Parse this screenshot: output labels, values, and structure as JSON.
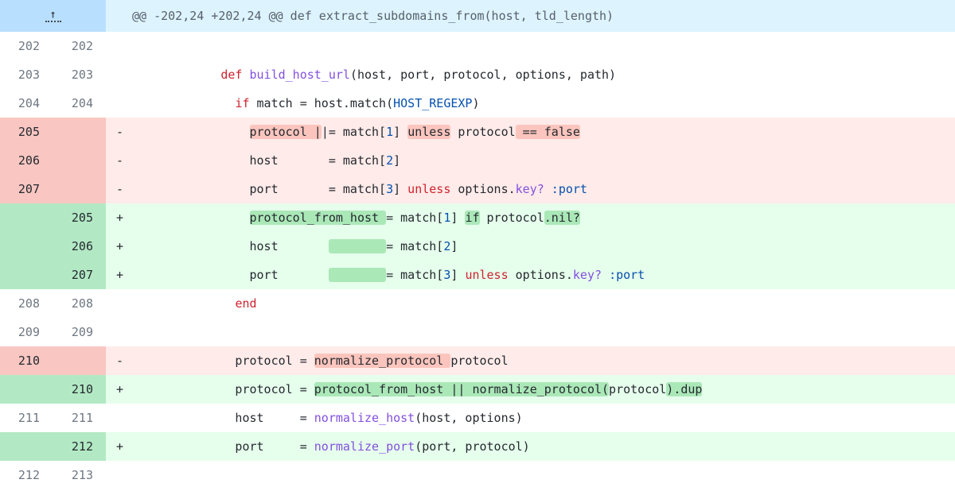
{
  "hunk": {
    "header": "@@ -202,24 +202,24 @@ def extract_subdomains_from(host, tld_length)",
    "expand_icon": "unfold-up-icon"
  },
  "colors": {
    "hunk_band_bg": "#ddf4ff",
    "hunk_expand_bg": "#b9dfff",
    "hunk_text": "#57606a",
    "deletion_row_bg": "#ffebe9",
    "deletion_num_bg": "#f9c6c2",
    "deletion_word_highlight": "#fbc5bd",
    "addition_row_bg": "#e6ffec",
    "addition_num_bg": "#b2e9c4",
    "addition_word_highlight": "#abe8b8",
    "syntax_keyword": "#cf222e",
    "syntax_function": "#8250df",
    "syntax_constant": "#0550ae",
    "syntax_plain": "#24292f",
    "context_line_number": "#6e7781"
  },
  "rows": [
    {
      "type": "context",
      "old": "202",
      "new": "202",
      "marker": "",
      "segments": []
    },
    {
      "type": "context",
      "old": "203",
      "new": "203",
      "marker": "",
      "segments": [
        {
          "text": "            ",
          "color": "plain"
        },
        {
          "text": "def",
          "color": "keyword"
        },
        {
          "text": " ",
          "color": "plain"
        },
        {
          "text": "build_host_url",
          "color": "function"
        },
        {
          "text": "(host, port, protocol, options, path)",
          "color": "plain"
        }
      ]
    },
    {
      "type": "context",
      "old": "204",
      "new": "204",
      "marker": "",
      "segments": [
        {
          "text": "              ",
          "color": "plain"
        },
        {
          "text": "if",
          "color": "keyword"
        },
        {
          "text": " match = host.match(",
          "color": "plain"
        },
        {
          "text": "HOST_REGEXP",
          "color": "constant"
        },
        {
          "text": ")",
          "color": "plain"
        }
      ]
    },
    {
      "type": "del",
      "old": "205",
      "new": "",
      "marker": "-",
      "segments": [
        {
          "text": "                ",
          "color": "plain"
        },
        {
          "text": "protocol |",
          "color": "plain",
          "highlight": true
        },
        {
          "text": "|= match[",
          "color": "plain"
        },
        {
          "text": "1",
          "color": "constant"
        },
        {
          "text": "] ",
          "color": "plain"
        },
        {
          "text": "unless",
          "color": "plain",
          "highlight": true
        },
        {
          "text": " protocol",
          "color": "plain"
        },
        {
          "text": " == false",
          "color": "plain",
          "highlight": true
        }
      ]
    },
    {
      "type": "del",
      "old": "206",
      "new": "",
      "marker": "-",
      "segments": [
        {
          "text": "                host       = match[",
          "color": "plain"
        },
        {
          "text": "2",
          "color": "constant"
        },
        {
          "text": "]",
          "color": "plain"
        }
      ]
    },
    {
      "type": "del",
      "old": "207",
      "new": "",
      "marker": "-",
      "segments": [
        {
          "text": "                port       = match[",
          "color": "plain"
        },
        {
          "text": "3",
          "color": "constant"
        },
        {
          "text": "] ",
          "color": "plain"
        },
        {
          "text": "unless",
          "color": "keyword"
        },
        {
          "text": " options.",
          "color": "plain"
        },
        {
          "text": "key?",
          "color": "function"
        },
        {
          "text": " ",
          "color": "plain"
        },
        {
          "text": ":port",
          "color": "constant"
        }
      ]
    },
    {
      "type": "add",
      "old": "",
      "new": "205",
      "marker": "+",
      "segments": [
        {
          "text": "                ",
          "color": "plain"
        },
        {
          "text": "protocol_from_host ",
          "color": "plain",
          "highlight": true
        },
        {
          "text": "= match[",
          "color": "plain"
        },
        {
          "text": "1",
          "color": "constant"
        },
        {
          "text": "] ",
          "color": "plain"
        },
        {
          "text": "if",
          "color": "plain",
          "highlight": true
        },
        {
          "text": " protocol",
          "color": "plain"
        },
        {
          "text": ".nil?",
          "color": "plain",
          "highlight": true
        }
      ]
    },
    {
      "type": "add",
      "old": "",
      "new": "206",
      "marker": "+",
      "segments": [
        {
          "text": "                host       ",
          "color": "plain"
        },
        {
          "text": "        ",
          "color": "plain",
          "highlight": true
        },
        {
          "text": "= match[",
          "color": "plain"
        },
        {
          "text": "2",
          "color": "constant"
        },
        {
          "text": "]",
          "color": "plain"
        }
      ]
    },
    {
      "type": "add",
      "old": "",
      "new": "207",
      "marker": "+",
      "segments": [
        {
          "text": "                port       ",
          "color": "plain"
        },
        {
          "text": "        ",
          "color": "plain",
          "highlight": true
        },
        {
          "text": "= match[",
          "color": "plain"
        },
        {
          "text": "3",
          "color": "constant"
        },
        {
          "text": "] ",
          "color": "plain"
        },
        {
          "text": "unless",
          "color": "keyword"
        },
        {
          "text": " options.",
          "color": "plain"
        },
        {
          "text": "key?",
          "color": "function"
        },
        {
          "text": " ",
          "color": "plain"
        },
        {
          "text": ":port",
          "color": "constant"
        }
      ]
    },
    {
      "type": "context",
      "old": "208",
      "new": "208",
      "marker": "",
      "segments": [
        {
          "text": "              ",
          "color": "plain"
        },
        {
          "text": "end",
          "color": "keyword"
        }
      ]
    },
    {
      "type": "context",
      "old": "209",
      "new": "209",
      "marker": "",
      "segments": []
    },
    {
      "type": "del",
      "old": "210",
      "new": "",
      "marker": "-",
      "segments": [
        {
          "text": "              protocol = ",
          "color": "plain"
        },
        {
          "text": "normalize_protocol ",
          "color": "plain",
          "highlight": true
        },
        {
          "text": "protocol",
          "color": "plain"
        }
      ]
    },
    {
      "type": "add",
      "old": "",
      "new": "210",
      "marker": "+",
      "segments": [
        {
          "text": "              protocol = ",
          "color": "plain"
        },
        {
          "text": "protocol_from_host || normalize_protocol(",
          "color": "plain",
          "highlight": true
        },
        {
          "text": "protocol",
          "color": "plain"
        },
        {
          "text": ").dup",
          "color": "plain",
          "highlight": true
        }
      ]
    },
    {
      "type": "context",
      "old": "211",
      "new": "211",
      "marker": "",
      "segments": [
        {
          "text": "              host     = ",
          "color": "plain"
        },
        {
          "text": "normalize_host",
          "color": "function"
        },
        {
          "text": "(host, options)",
          "color": "plain"
        }
      ]
    },
    {
      "type": "add",
      "old": "",
      "new": "212",
      "marker": "+",
      "segments": [
        {
          "text": "              port     = ",
          "color": "plain"
        },
        {
          "text": "normalize_port",
          "color": "function"
        },
        {
          "text": "(port, protocol)",
          "color": "plain"
        }
      ]
    },
    {
      "type": "context",
      "old": "212",
      "new": "213",
      "marker": "",
      "segments": []
    }
  ]
}
